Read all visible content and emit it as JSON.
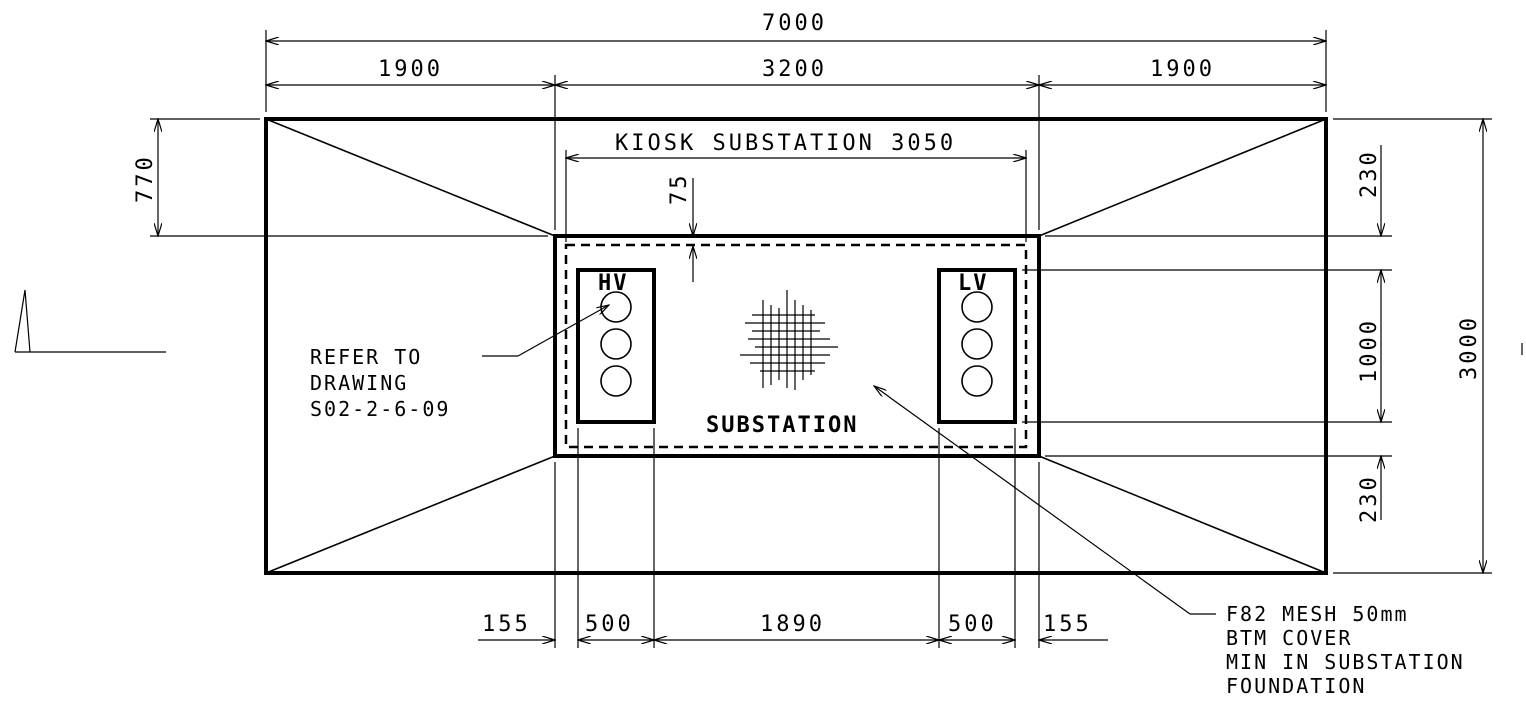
{
  "dimensions": {
    "overall_width": "7000",
    "left_slope": "1900",
    "center_width": "3200",
    "right_slope": "1900",
    "kiosk": "KIOSK SUBSTATION 3050",
    "offset_75": "75",
    "top_770": "770",
    "right_top_230": "230",
    "right_1000": "1000",
    "right_bottom_230": "230",
    "overall_depth": "3000",
    "bottom_155_left": "155",
    "bottom_500_left": "500",
    "bottom_1890": "1890",
    "bottom_500_right": "500",
    "bottom_155_right": "155"
  },
  "labels": {
    "hv": "HV",
    "lv": "LV",
    "substation": "SUBSTATION"
  },
  "notes": {
    "refer_line1": "REFER TO",
    "refer_line2": "DRAWING",
    "refer_line3": "S02-2-6-09",
    "mesh_line1": "F82 MESH 50mm",
    "mesh_line2": "BTM COVER",
    "mesh_line3": "MIN IN SUBSTATION",
    "mesh_line4": "FOUNDATION"
  }
}
